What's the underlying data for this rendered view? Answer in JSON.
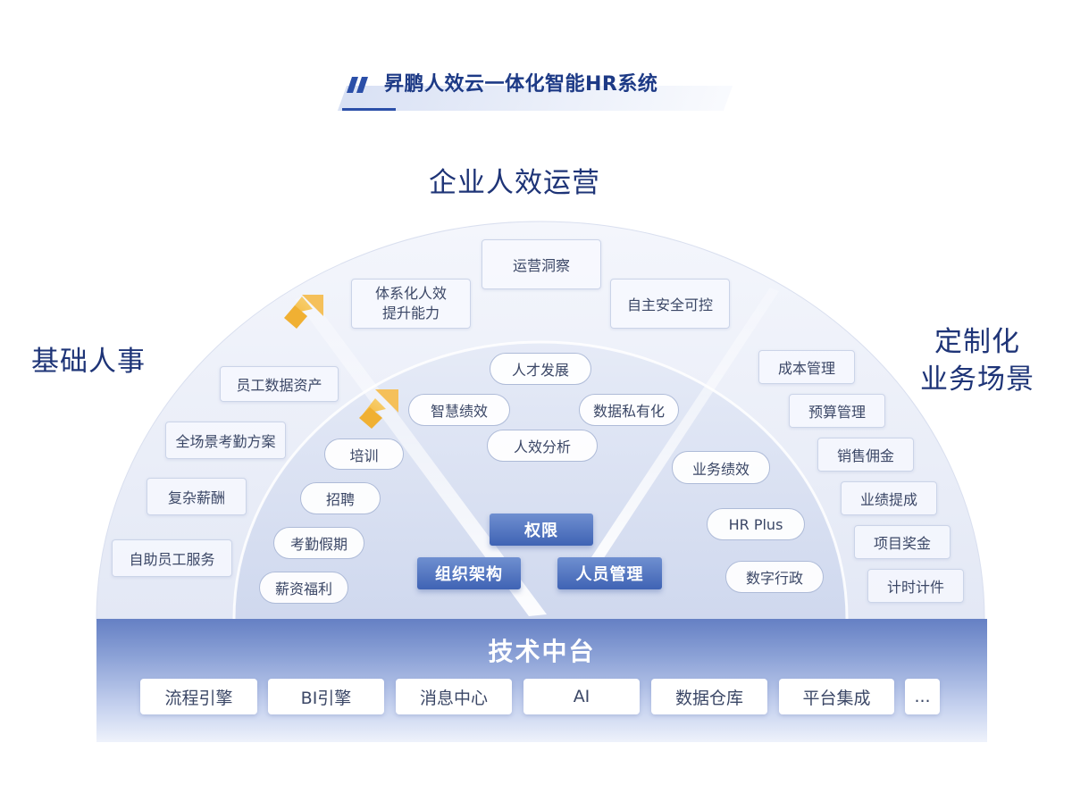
{
  "banner": {
    "title": "昇鹏人效云一体化智能HR系统"
  },
  "headings": {
    "top": "企业人效运营",
    "left": "基础人事",
    "right_line1": "定制化",
    "right_line2": "业务场景"
  },
  "operations": {
    "ops_insight": "运营洞察",
    "systemized_line1": "体系化人效",
    "systemized_line2": "提升能力",
    "autonomous": "自主安全可控"
  },
  "basic_hr": {
    "data_assets": "员工数据资产",
    "attendance_plan": "全场景考勤方案",
    "complex_pay": "复杂薪酬",
    "self_service": "自助员工服务"
  },
  "custom_scenarios": {
    "cost_mgmt": "成本管理",
    "budget_mgmt": "预算管理",
    "sales_commission": "销售佣金",
    "performance_commission": "业绩提成",
    "project_bonus": "项目奖金",
    "piece_work": "计时计件"
  },
  "inner_modules": {
    "talent_dev": "人才发展",
    "smart_perf": "智慧绩效",
    "data_private": "数据私有化",
    "hr_analysis": "人效分析",
    "training": "培训",
    "recruiting": "招聘",
    "attendance_leave": "考勤假期",
    "payroll_benefits": "薪资福利",
    "business_perf": "业务绩效",
    "hr_plus": "HR Plus",
    "digital_admin": "数字行政"
  },
  "core": {
    "permissions": "权限",
    "org_structure": "组织架构",
    "staff_mgmt": "人员管理"
  },
  "tech_platform": {
    "title": "技术中台",
    "items": [
      "流程引擎",
      "BI引擎",
      "消息中心",
      "AI",
      "数据仓库",
      "平台集成",
      "..."
    ]
  }
}
